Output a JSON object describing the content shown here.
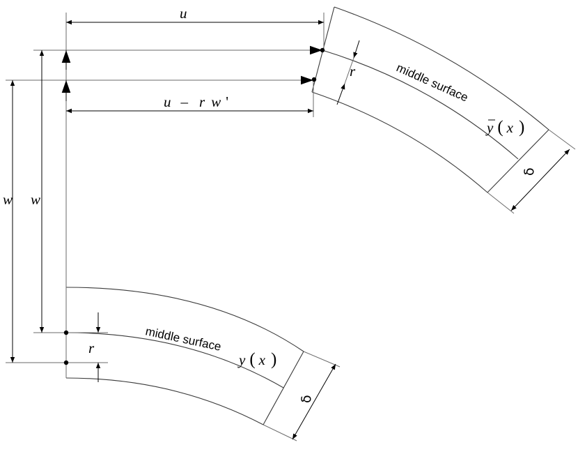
{
  "labels": {
    "u": "u",
    "u_minus_rw_u": "u",
    "u_minus_rw_minus": "–",
    "u_minus_rw_r": "r",
    "u_minus_rw_w": "w",
    "u_minus_rw_prime": "'",
    "w_outer": "w",
    "w_inner": "w",
    "r_top": "r",
    "r_bottom": "r",
    "middle_surface_top": "middle surface",
    "middle_surface_bottom": "middle surface",
    "ybar": "y",
    "ybar_paren_open": "(",
    "ybar_x": "x",
    "ybar_paren_close": ")",
    "y": "y",
    "y_paren_open": "(",
    "y_x": "x",
    "y_paren_close": ")",
    "delta_top": "δ",
    "delta_bottom": "δ"
  }
}
